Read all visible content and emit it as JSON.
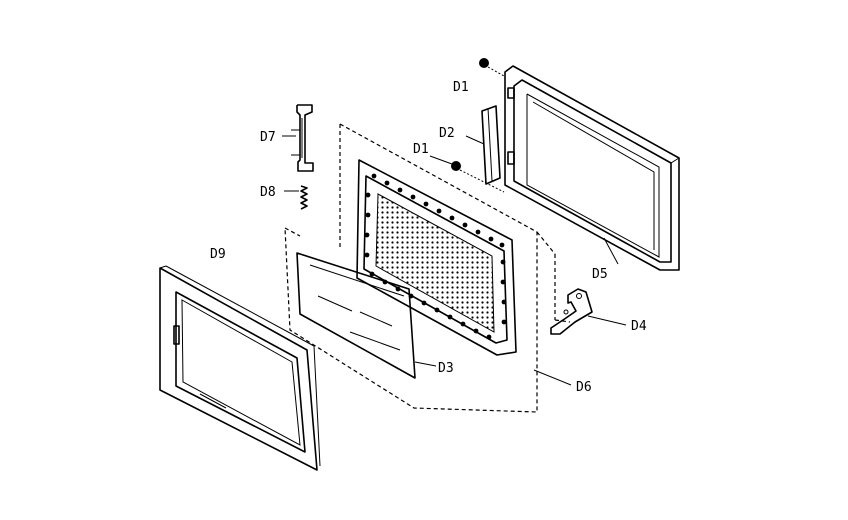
{
  "diagram": {
    "type": "exploded-parts-diagram",
    "parts": [
      {
        "id": "d1a",
        "label": "D1",
        "icon": "screw-icon"
      },
      {
        "id": "d1b",
        "label": "D1",
        "icon": "screw-icon"
      },
      {
        "id": "d2",
        "label": "D2",
        "icon": "choke-plate-icon"
      },
      {
        "id": "d3",
        "label": "D3",
        "icon": "glass-panel-icon"
      },
      {
        "id": "d4",
        "label": "D4",
        "icon": "hinge-icon"
      },
      {
        "id": "d5",
        "label": "D5",
        "icon": "door-frame-icon"
      },
      {
        "id": "d6",
        "label": "D6",
        "icon": "door-assembly-icon"
      },
      {
        "id": "d7",
        "label": "D7",
        "icon": "latch-hook-icon"
      },
      {
        "id": "d8",
        "label": "D8",
        "icon": "spring-icon"
      },
      {
        "id": "d9",
        "label": "D9",
        "icon": "door-screen-icon"
      }
    ]
  }
}
